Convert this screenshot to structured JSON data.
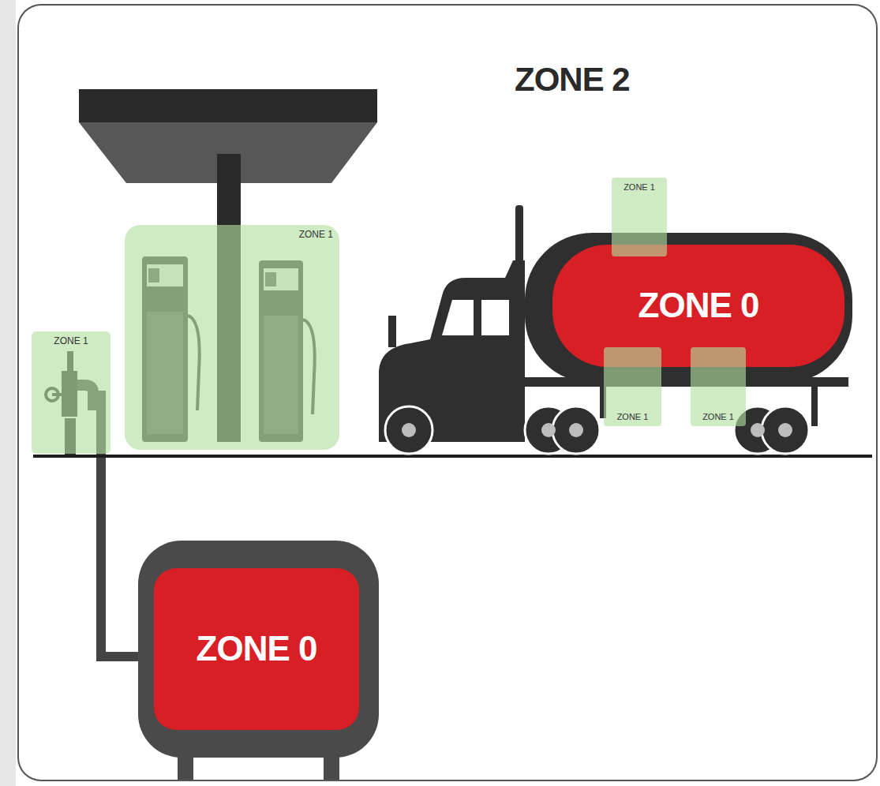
{
  "diagram": {
    "nodes": [
      {
        "text": [
          "ZONE 2"
        ]
      },
      {
        "text": [
          "ZONE 1"
        ],
        "in": 0
      },
      {
        "text": [
          "ZONE 1"
        ],
        "in": 0
      },
      {
        "text": [
          "ZONE 0"
        ],
        "in": 0
      },
      {
        "text": [
          "ZONE 1"
        ],
        "in": 0
      },
      {
        "text": [
          "ZONE 1"
        ],
        "in": 0
      },
      {
        "text": [
          "ZONE 1"
        ],
        "in": 0
      },
      {
        "text": [
          "ZONE 0"
        ],
        "in": 0
      }
    ]
  }
}
